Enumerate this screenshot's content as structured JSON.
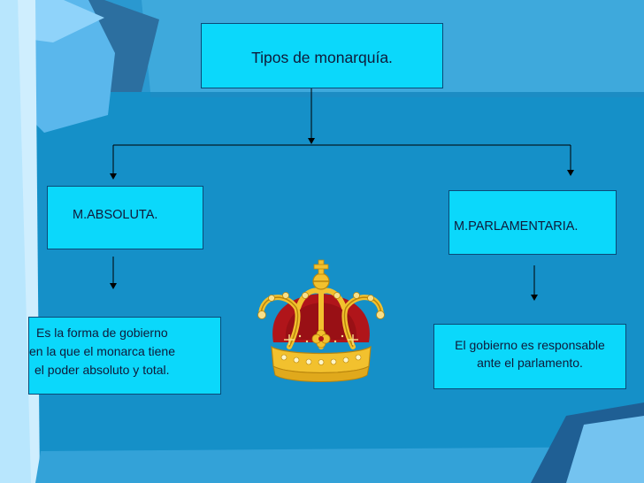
{
  "title": "Tipos de monarquía.",
  "left": {
    "label": "M.ABSOLUTA.",
    "description": [
      "Es la forma de gobierno",
      "en la que el monarca tiene",
      " el  poder absoluto y total."
    ]
  },
  "right": {
    "label": "M.PARLAMENTARIA.",
    "description": [
      "El gobierno es responsable",
      "ante el  parlamento."
    ]
  },
  "colors": {
    "background": "#1590c8",
    "box_fill": "#0bd8fb",
    "connector": "#000000",
    "crown_gold": "#f2c12e",
    "crown_velvet": "#b0151a"
  }
}
